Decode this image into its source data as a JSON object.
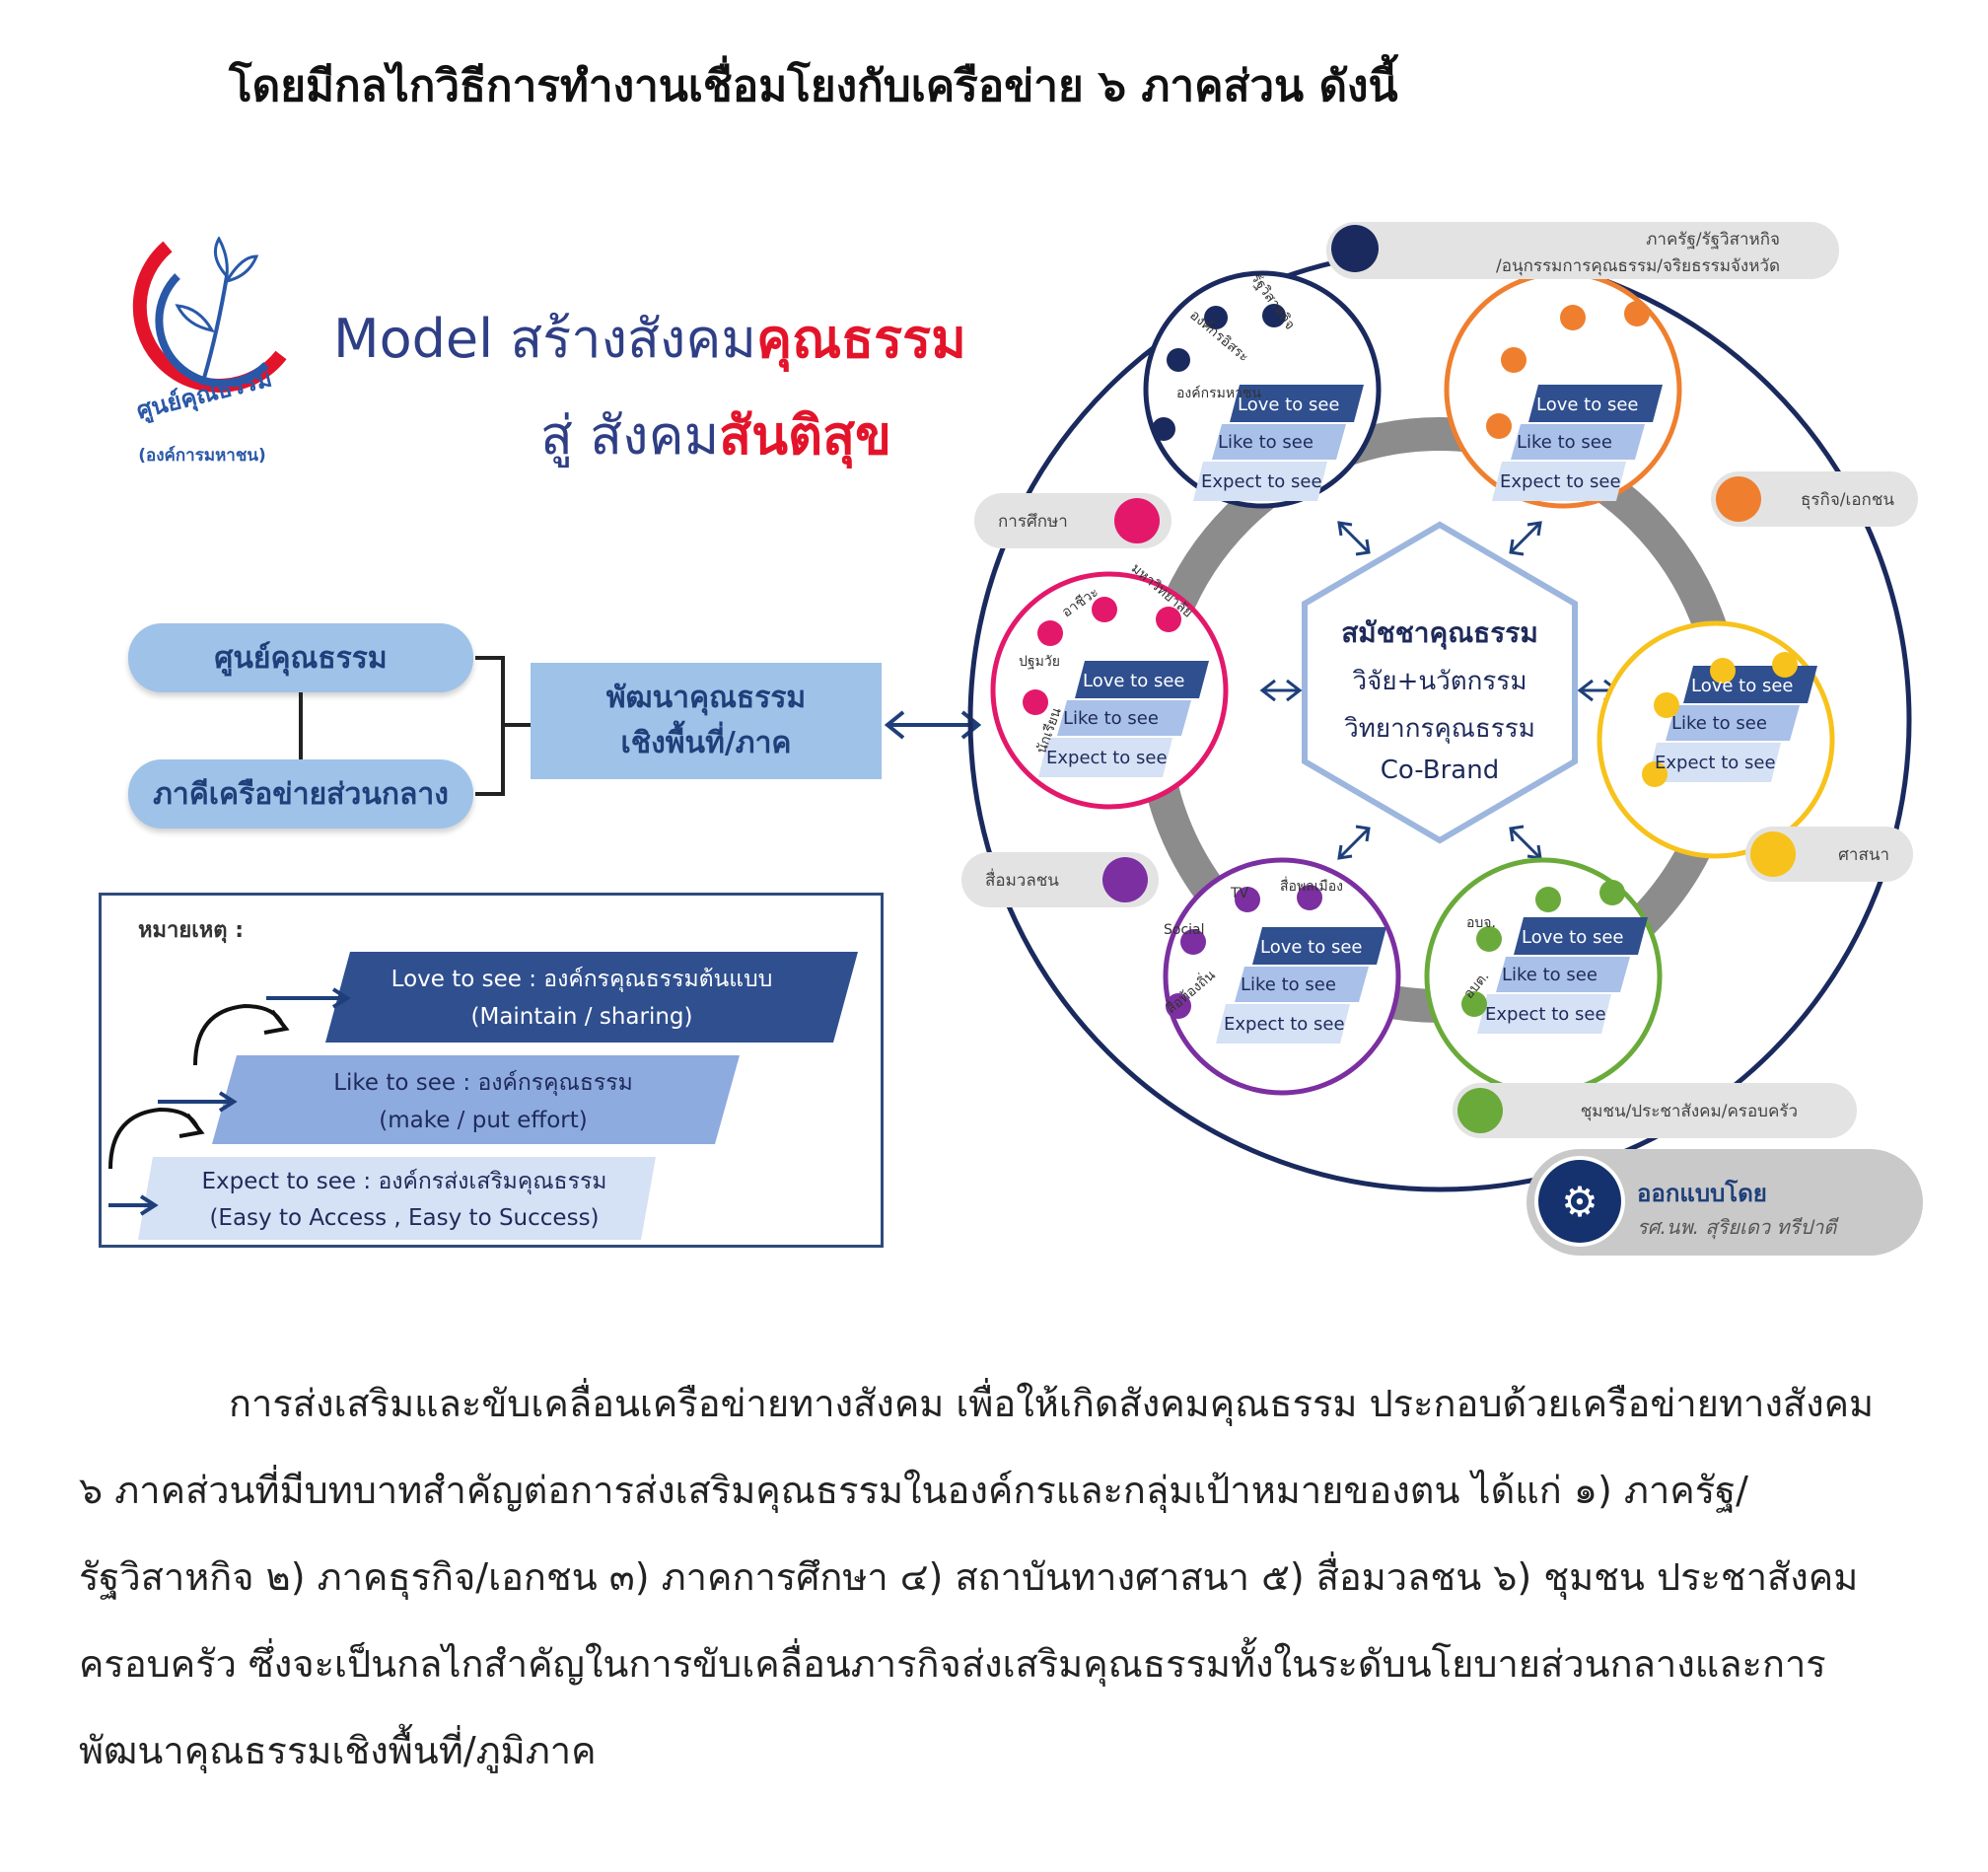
{
  "heading": "โดยมีกลไกวิธีการทำงานเชื่อมโยงกับเครือข่าย ๖ ภาคส่วน ดังนี้",
  "logo": {
    "name": "ศูนย์คุณธรรม",
    "sub": "(องค์การมหาชน)"
  },
  "model": {
    "title_prefix": "Model สร้างสังคม",
    "title_highlight": "คุณธรรม",
    "sub_prefix": "สู่ สังคม",
    "sub_highlight": "สันติสุข"
  },
  "left": {
    "center": "ศูนย์คุณธรรม",
    "partner": "ภาคีเครือข่ายส่วนกลาง",
    "dev_line1": "พัฒนาคุณธรรม",
    "dev_line2": "เชิงพื้นที่/ภาค"
  },
  "legend": {
    "title": "หมายเหตุ :",
    "love_line1": "Love to see : องค์กรคุณธรรมต้นแบบ",
    "love_line2": "(Maintain / sharing)",
    "like_line1": "Like to see : องค์กรคุณธรรม",
    "like_line2": "(make / put effort)",
    "expect_line1": "Expect to see : องค์กรส่งเสริมคุณธรรม",
    "expect_line2": "(Easy to Access , Easy to Success)"
  },
  "levels": {
    "love": "Love to see",
    "like": "Like to see",
    "expect": "Expect to see"
  },
  "center": {
    "line1": "สมัชชาคุณธรรม",
    "line2": "วิจัย+นวัตกรรม",
    "line3": "วิทยากรคุณธรรม",
    "line4": "Co-Brand"
  },
  "sectors": {
    "gov_line1": "ภาครัฐ/รัฐวิสาหกิจ",
    "gov_line2": "/อนุกรรมการคุณธรรม/จริยธรรมจังหวัด",
    "business": "ธุรกิจ/เอกชน",
    "education": "การศึกษา",
    "religion": "ศาสนา",
    "media": "สื่อมวลชน",
    "community": "ชุมชน/ประชาสังคม/ครอบครัว"
  },
  "circle_labels": {
    "gov": [
      "รัฐวิสาหกิจ",
      "องค์กรอิสระ",
      "องค์กรมหาชน"
    ],
    "edu": [
      "มหาวิทยาลัย",
      "อาชีวะ",
      "ปฐมวัย",
      "นักเรียน"
    ],
    "media": [
      "TV",
      "สื่อพลเมือง",
      "Social",
      "สื่อท้องถิ่น"
    ],
    "community": [
      "อบจ.",
      "อบต."
    ]
  },
  "designer": {
    "label": "ออกแบบโดย",
    "name": "รศ.นพ. สุริยเดว ทรีปาตี"
  },
  "paragraph": [
    "การส่งเสริมและขับเคลื่อนเครือข่ายทางสังคม เพื่อให้เกิดสังคมคุณธรรม ประกอบด้วยเครือข่ายทางสังคม",
    "๖ ภาคส่วนที่มีบทบาทสำคัญต่อการส่งเสริมคุณธรรมในองค์กรและกลุ่มเป้าหมายของตน ได้แก่ ๑) ภาครัฐ/",
    "รัฐวิสาหกิจ ๒) ภาคธุรกิจ/เอกชน ๓) ภาคการศึกษา ๔) สถาบันทางศาสนา ๕) สื่อมวลชน ๖) ชุมชน ประชาสังคม",
    "ครอบครัว ซึ่งจะเป็นกลไกสำคัญในการขับเคลื่อนภารกิจส่งเสริมคุณธรรมทั้งในระดับนโยบายส่วนกลางและการ",
    "พัฒนาคุณธรรมเชิงพื้นที่/ภูมิภาค"
  ],
  "colors": {
    "gov": "#1a2a5e",
    "business": "#ef7f2e",
    "education": "#e3186b",
    "religion": "#f7c21b",
    "media": "#7b2fa0",
    "community": "#6aaa3a",
    "accent": "#e3142a"
  }
}
